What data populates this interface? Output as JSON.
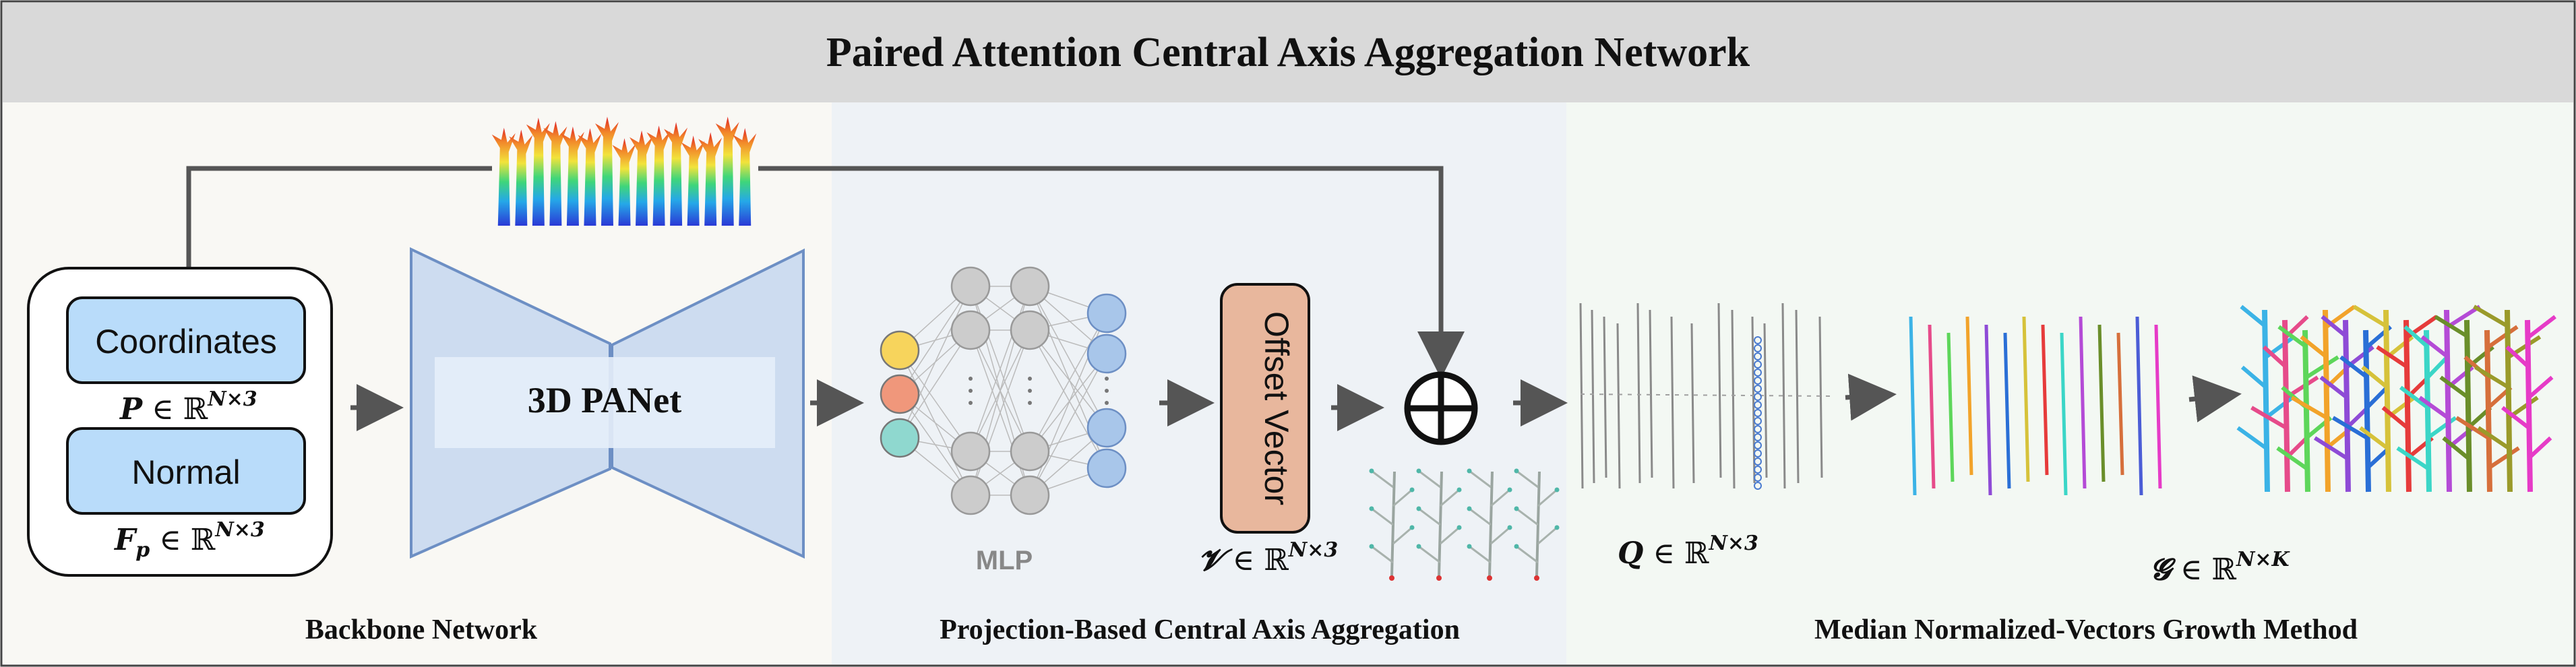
{
  "title": "Paired Attention Central Axis Aggregation Network",
  "sections": {
    "backbone": "Backbone Network",
    "projection": "Projection-Based Central Axis Aggregation",
    "growth": "Median Normalized-Vectors Growth Method"
  },
  "inputs": {
    "coordinates_label": "Coordinates",
    "normal_label": "Normal",
    "p_symbol": "P",
    "p_space": " ∈ ℝ",
    "p_dim": "N×3",
    "fp_symbol": "F",
    "fp_sub": "p",
    "fp_space": " ∈ ℝ",
    "fp_dim": "N×3"
  },
  "network": {
    "label": "3D PANet"
  },
  "mlp": {
    "label": "MLP"
  },
  "offset": {
    "label": "Offset Vector",
    "v_symbol": "𝓥",
    "v_space": " ∈ ℝ",
    "v_dim": "N×3"
  },
  "outputs": {
    "q_symbol": "Q",
    "q_space": " ∈ ℝ",
    "q_dim": "N×3",
    "g_symbol": "𝓖",
    "g_space": " ∈ ℝ",
    "g_dim": "N×K"
  },
  "icons": {
    "sum": "circled-plus-icon",
    "rainbow_cloud": "rainbow-point-cloud-image",
    "plants_skeleton": "plant-skeleton-image",
    "gray_axes": "gray-central-axis-image",
    "colored_axes": "colored-central-axis-image",
    "colored_plants": "segmented-plants-image"
  },
  "colors": {
    "title_bar": "#d9d9d9",
    "panel_backbone": "#f9f8f4",
    "panel_projection": "#eef2f6",
    "panel_growth": "#f3f8f3",
    "input_box": "#b9dcfa",
    "trapezoid": "#cddcf0",
    "offset_box": "#e8b79d",
    "mlp_node_gray": "#cccccc",
    "mlp_node_blue": "#a8c6ea",
    "node_yellow": "#f7d45c",
    "node_orange": "#f0977b",
    "node_teal": "#8fd8cf"
  }
}
